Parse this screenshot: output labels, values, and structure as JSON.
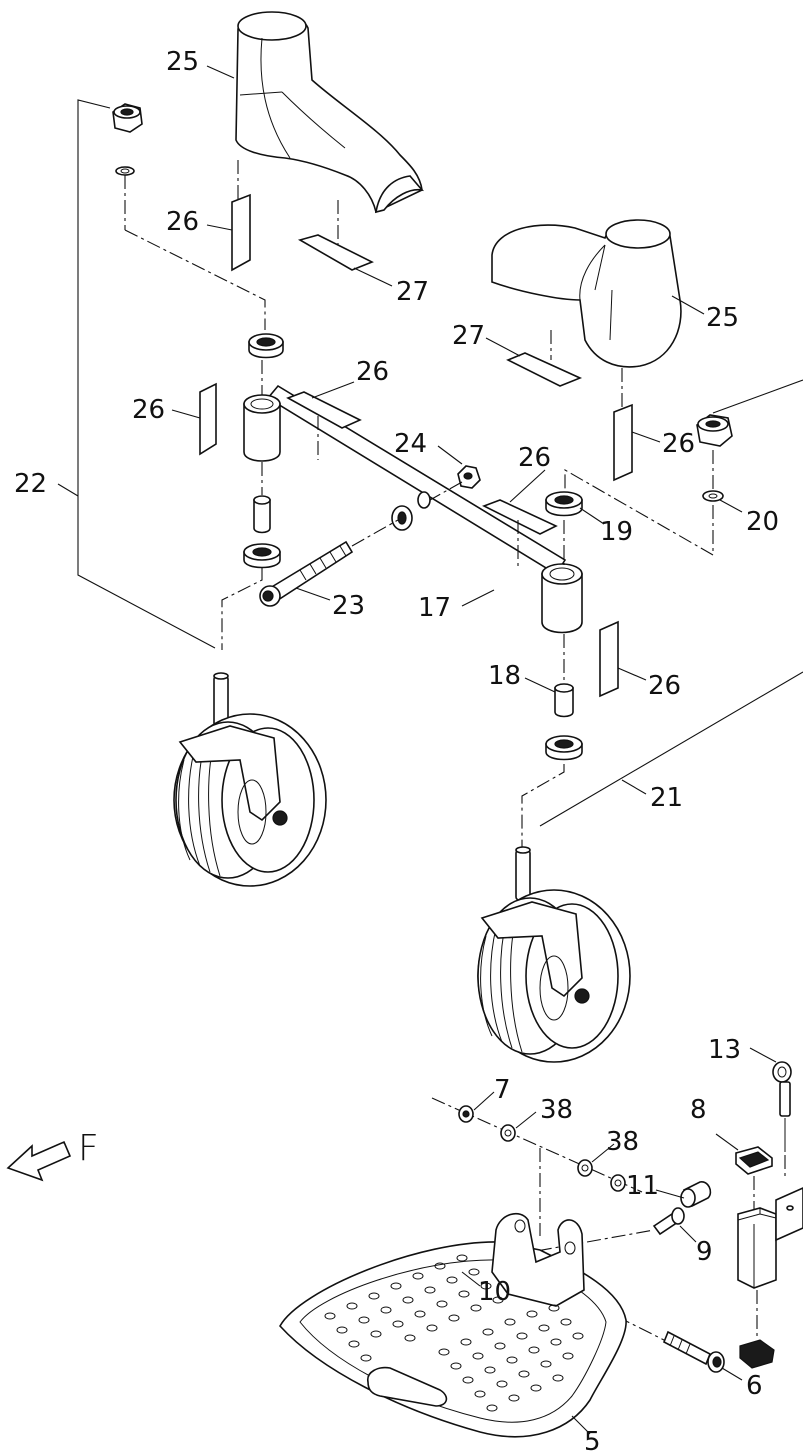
{
  "diagram": {
    "callouts": {
      "c25a": "25",
      "c26a": "26",
      "c27a": "27",
      "c25b": "25",
      "c27b": "27",
      "c26b": "26",
      "c26c": "26",
      "c22": "22",
      "c24": "24",
      "c26d": "26",
      "c26e": "26",
      "c19": "19",
      "c20": "20",
      "c23": "23",
      "c17": "17",
      "c26f": "26",
      "c18": "18",
      "c21": "21",
      "c13": "13",
      "c7": "7",
      "c38a": "38",
      "c8": "8",
      "c38b": "38",
      "c11": "11",
      "c9": "9",
      "c10": "10",
      "c6": "6",
      "c5": "5"
    },
    "direction_label": "F"
  }
}
